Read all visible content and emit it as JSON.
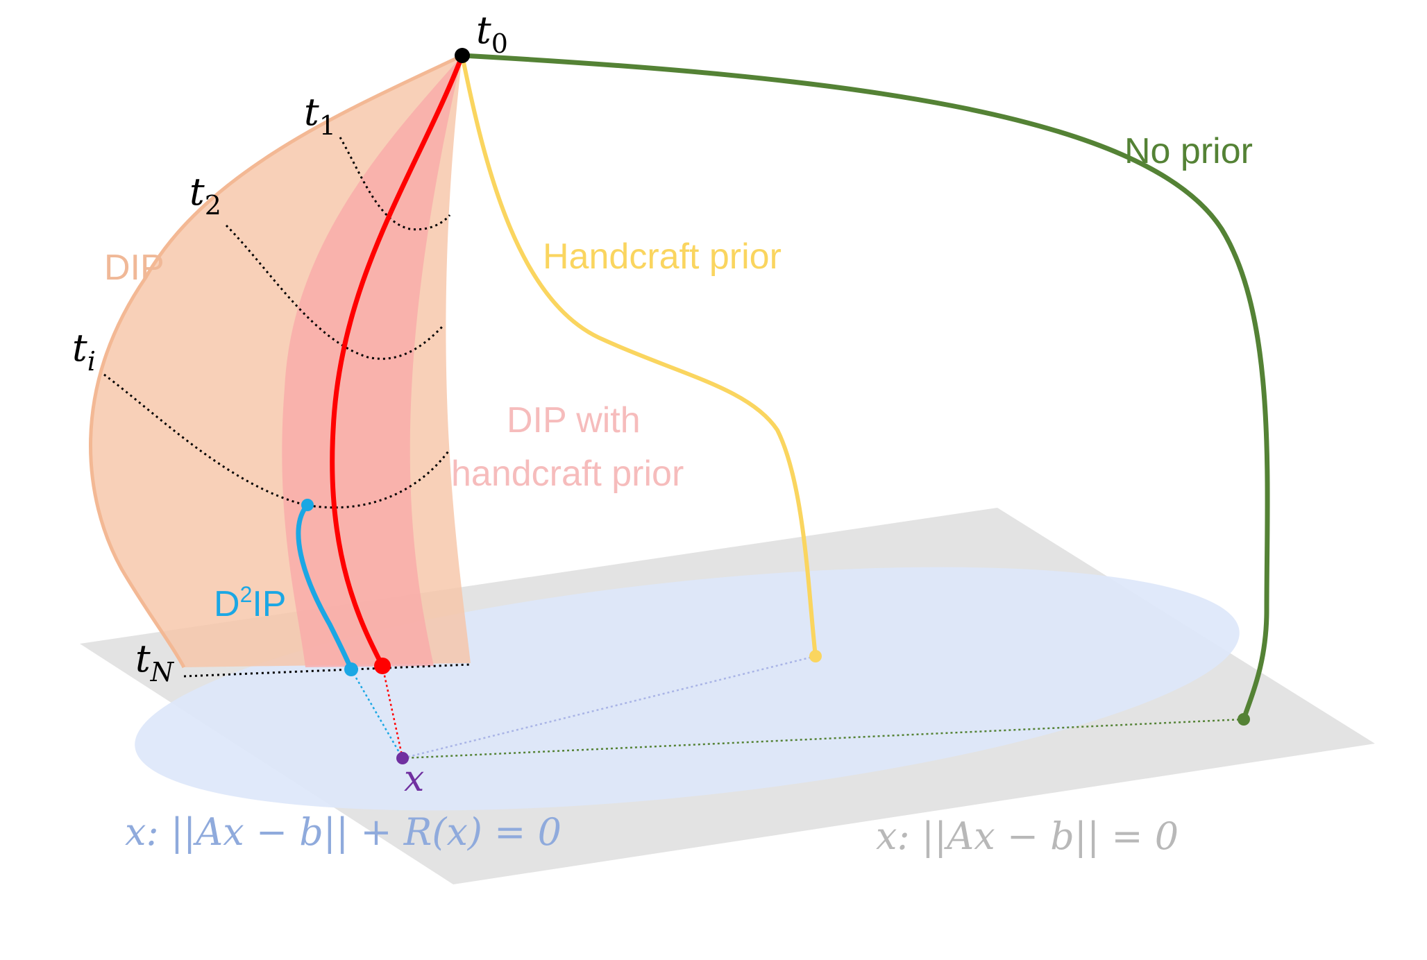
{
  "colors": {
    "dip_region": "#f6c4a6",
    "dip_label": "#f0b897",
    "dip_hand_region": "#f9aaa9",
    "dip_hand_label": "#f6bcbc",
    "dip_hand_path": "#ff0000",
    "d2ip": "#1ba7e4",
    "handcraft": "#fad55f",
    "no_prior": "#548235",
    "plane": "#e3e3e3",
    "ellipse": "#dde7fa",
    "solution_point": "#7030a0",
    "eq_blue": "#8faadc",
    "eq_gray": "#b8b8b8",
    "marks": "#000000"
  },
  "labels": {
    "t0": {
      "base": "t",
      "sub": "0"
    },
    "t1": {
      "base": "t",
      "sub": "1"
    },
    "t2": {
      "base": "t",
      "sub": "2"
    },
    "ti": {
      "base": "t",
      "sub": "i"
    },
    "tN": {
      "base": "t",
      "sub": "N"
    },
    "dip": "DIP",
    "dip_with": "DIP with",
    "handcraft_prior_line2": "handcraft prior",
    "handcraft_prior": "Handcraft prior",
    "no_prior": "No prior",
    "d2ip": {
      "base": "D",
      "sup": "2",
      "rest": "IP"
    },
    "x": "x",
    "eq_regularized": "x: ||Ax − b|| + R(x) = 0",
    "eq_plain": "x: ||Ax − b|| = 0"
  }
}
